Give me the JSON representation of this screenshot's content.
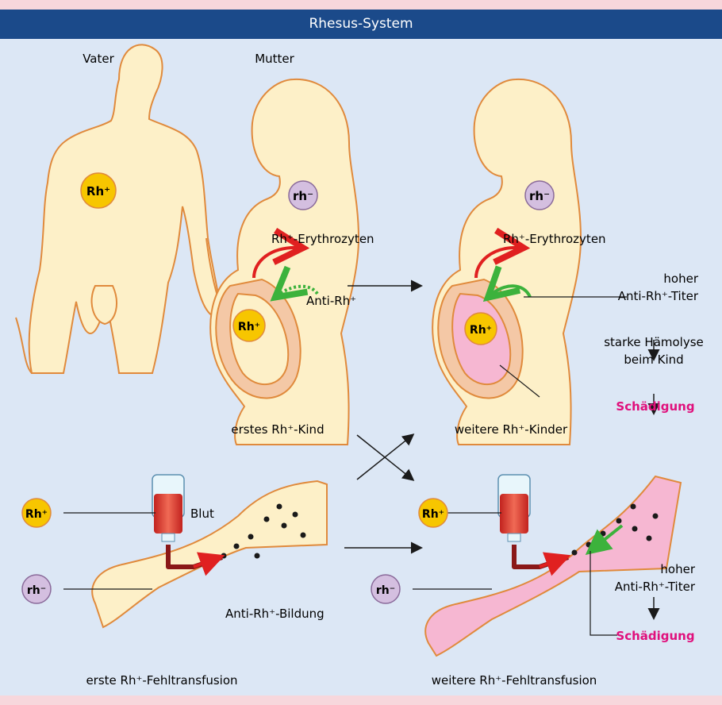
{
  "title": "Rhesus-System",
  "labels": {
    "father": "Vater",
    "mother": "Mutter",
    "first_child": "erstes Rh⁺-Kind",
    "further_children": "weitere Rh⁺-Kinder",
    "first_transfusion": "erste Rh⁺-Fehltransfusion",
    "further_transfusion": "weitere Rh⁺-Fehltransfusion",
    "erythrocytes_1": "Rh⁺-Erythrozyten",
    "erythrocytes_2": "Rh⁺-Erythrozyten",
    "anti_rh": "Anti-Rh⁺",
    "high_titer_1_line1": "hoher",
    "high_titer_1_line2": "Anti-Rh⁺-Titer",
    "strong_hemolysis_line1": "starke Hämolyse",
    "strong_hemolysis_line2": "beim Kind",
    "damage_1": "Schädigung",
    "blood": "Blut",
    "anti_rh_formation": "Anti-Rh⁺-Bildung",
    "high_titer_2_line1": "hoher",
    "high_titer_2_line2": "Anti-Rh⁺-Titer",
    "damage_2": "Schädigung"
  },
  "badges": {
    "rh_pos": "Rh⁺",
    "rh_neg": "rh⁻"
  },
  "colors": {
    "title_bar": "#1b4a8a",
    "background": "#dce7f5",
    "accent_strip": "#f7d7dc",
    "skin": "#fdf0c8",
    "skin_outline": "#e08a3c",
    "rh_pos_badge": "#f7c600",
    "rh_neg_badge": "#d4bfe0",
    "damage_text": "#e0107c",
    "antibody_arrow": "#3cb23c",
    "erythrocyte_arrow": "#e02020",
    "pink_tissue": "#f6b7d2"
  }
}
